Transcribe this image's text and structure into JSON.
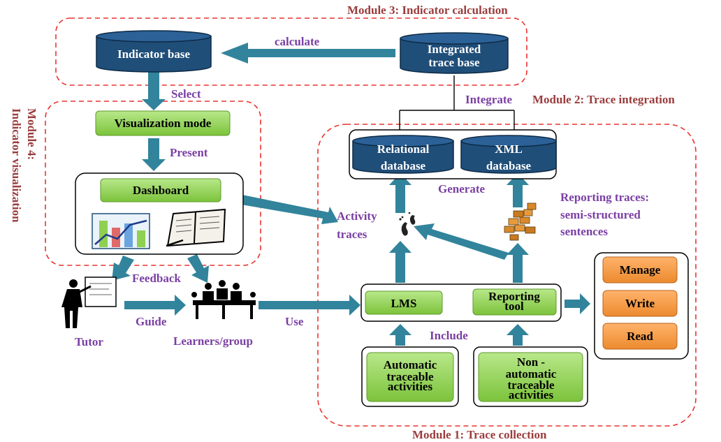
{
  "modules": {
    "m1": "Module 1: Trace collection",
    "m2": "Module 2: Trace integration",
    "m3": "Module 3: Indicator calculation",
    "m4_line1": "Module 4:",
    "m4_line2": "Indicator visualization"
  },
  "databases": {
    "indicator_base": "Indicator base",
    "integrated_line1": "Integrated",
    "integrated_line2": "trace base",
    "relational_line1": "Relational",
    "relational_line2": "database",
    "xml_line1": "XML",
    "xml_line2": "database"
  },
  "boxes": {
    "visualization_mode": "Visualization mode",
    "dashboard": "Dashboard",
    "lms": "LMS",
    "reporting_line1": "Reporting",
    "reporting_line2": "tool",
    "auto_line1": "Automatic",
    "auto_line2": "traceable",
    "auto_line3": "activities",
    "nonauto_line1": "Non -",
    "nonauto_line2": "automatic",
    "nonauto_line3": "traceable",
    "nonauto_line4": "activities",
    "manage": "Manage",
    "write": "Write",
    "read": "Read"
  },
  "labels": {
    "calculate": "calculate",
    "select": "Select",
    "integrate": "Integrate",
    "present": "Present",
    "generate": "Generate",
    "activity_line1": "Activity",
    "activity_line2": "traces",
    "reporting_traces_line1": "Reporting traces:",
    "reporting_traces_line2": "semi-structured",
    "reporting_traces_line3": "sentences",
    "feedback": "Feedback",
    "guide": "Guide",
    "use": "Use",
    "include": "Include",
    "tutor": "Tutor",
    "learners": "Learners/group"
  },
  "colors": {
    "module_border": "#e8332f",
    "database": "#1f4e79",
    "arrow": "#31849b",
    "green_box": "#8ed052",
    "orange_box": "#f59a45",
    "verb_text": "#7a3fa3",
    "module_text": "#9b3c3c"
  },
  "icons": [
    "bar-chart-icon",
    "notebook-icon",
    "footprints-icon",
    "bricks-icon",
    "tutor-icon",
    "learners-group-icon"
  ]
}
